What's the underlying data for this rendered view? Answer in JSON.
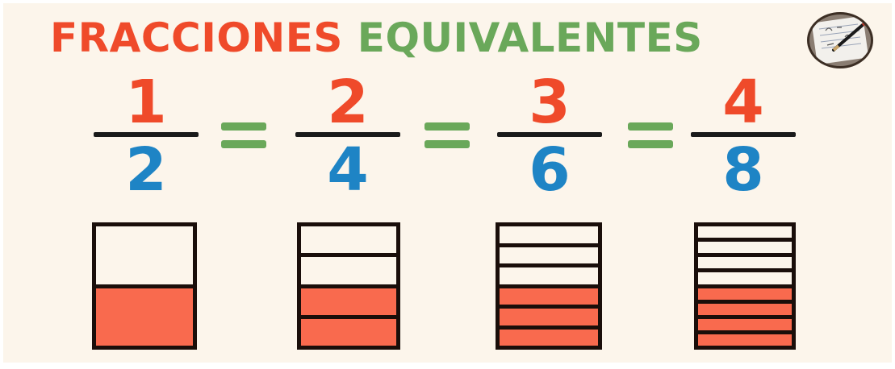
{
  "title": {
    "word1": "FRACCIONES",
    "word2": "EQUIVALENTES"
  },
  "fractions": [
    {
      "numerator": "1",
      "denominator": "2",
      "filled": 1,
      "parts": 2
    },
    {
      "numerator": "2",
      "denominator": "4",
      "filled": 2,
      "parts": 4
    },
    {
      "numerator": "3",
      "denominator": "6",
      "filled": 3,
      "parts": 6
    },
    {
      "numerator": "4",
      "denominator": "8",
      "filled": 4,
      "parts": 8
    }
  ],
  "equals_symbol": "=",
  "colors": {
    "title_primary": "#ef4a2a",
    "title_secondary": "#6aa85a",
    "numerator": "#ef4a2a",
    "denominator": "#1e84c5",
    "equals": "#6aa85a",
    "fill": "#f96a4e",
    "background": "#fcf5eb"
  },
  "badge_icon": "math-notebook-pen-icon"
}
